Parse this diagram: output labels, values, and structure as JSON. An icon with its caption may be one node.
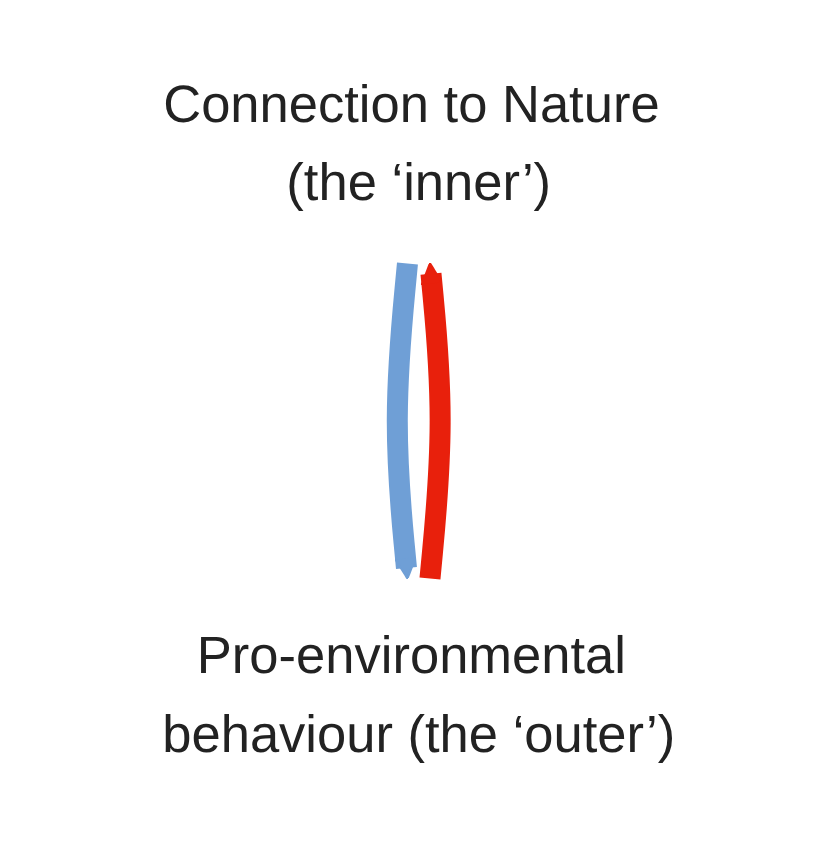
{
  "diagram": {
    "nodes": [
      {
        "text": [
          "Connection to Nature (the ‘inner’)"
        ]
      },
      {
        "text": [
          "Pro-environmental behaviour (the ‘outer’)"
        ]
      }
    ],
    "edges": [
      {
        "from": 0,
        "to": 1,
        "arrow": "to",
        "color": "#6f9fd6"
      },
      {
        "from": 1,
        "to": 0,
        "arrow": "to",
        "color": "#e8200c"
      }
    ]
  }
}
